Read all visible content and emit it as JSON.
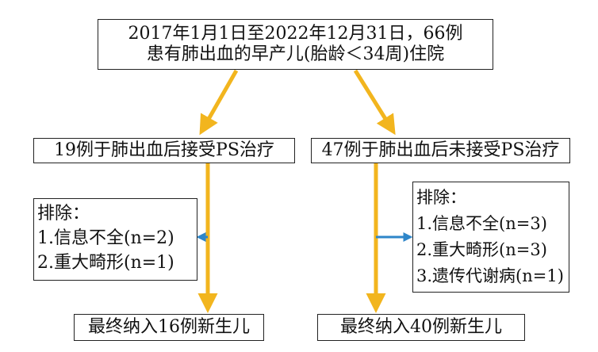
{
  "nodes": {
    "top": {
      "line1": "2017年1月1日至2022年12月31日，66例",
      "line2": "患有肺出血的早产儿(胎龄＜34周)住院"
    },
    "left_group": {
      "label": "19例于肺出血后接受PS治疗"
    },
    "right_group": {
      "label": "47例于肺出血后未接受PS治疗"
    },
    "left_exclusion": {
      "title": "排除：",
      "items": [
        "1.信息不全(n=2)",
        "2.重大畸形(n=1)"
      ]
    },
    "right_exclusion": {
      "title": "排除：",
      "items": [
        "1.信息不全(n=3)",
        "2.重大畸形(n=3)",
        "3.遗传代谢病(n=1)"
      ]
    },
    "left_final": {
      "label": "最终纳入16例新生儿"
    },
    "right_final": {
      "label": "最终纳入40例新生儿"
    }
  },
  "colors": {
    "main_arrow": "#f2b51e",
    "exclusion_arrow": "#2e86c9",
    "box_border": "#222222",
    "text": "#111111"
  }
}
